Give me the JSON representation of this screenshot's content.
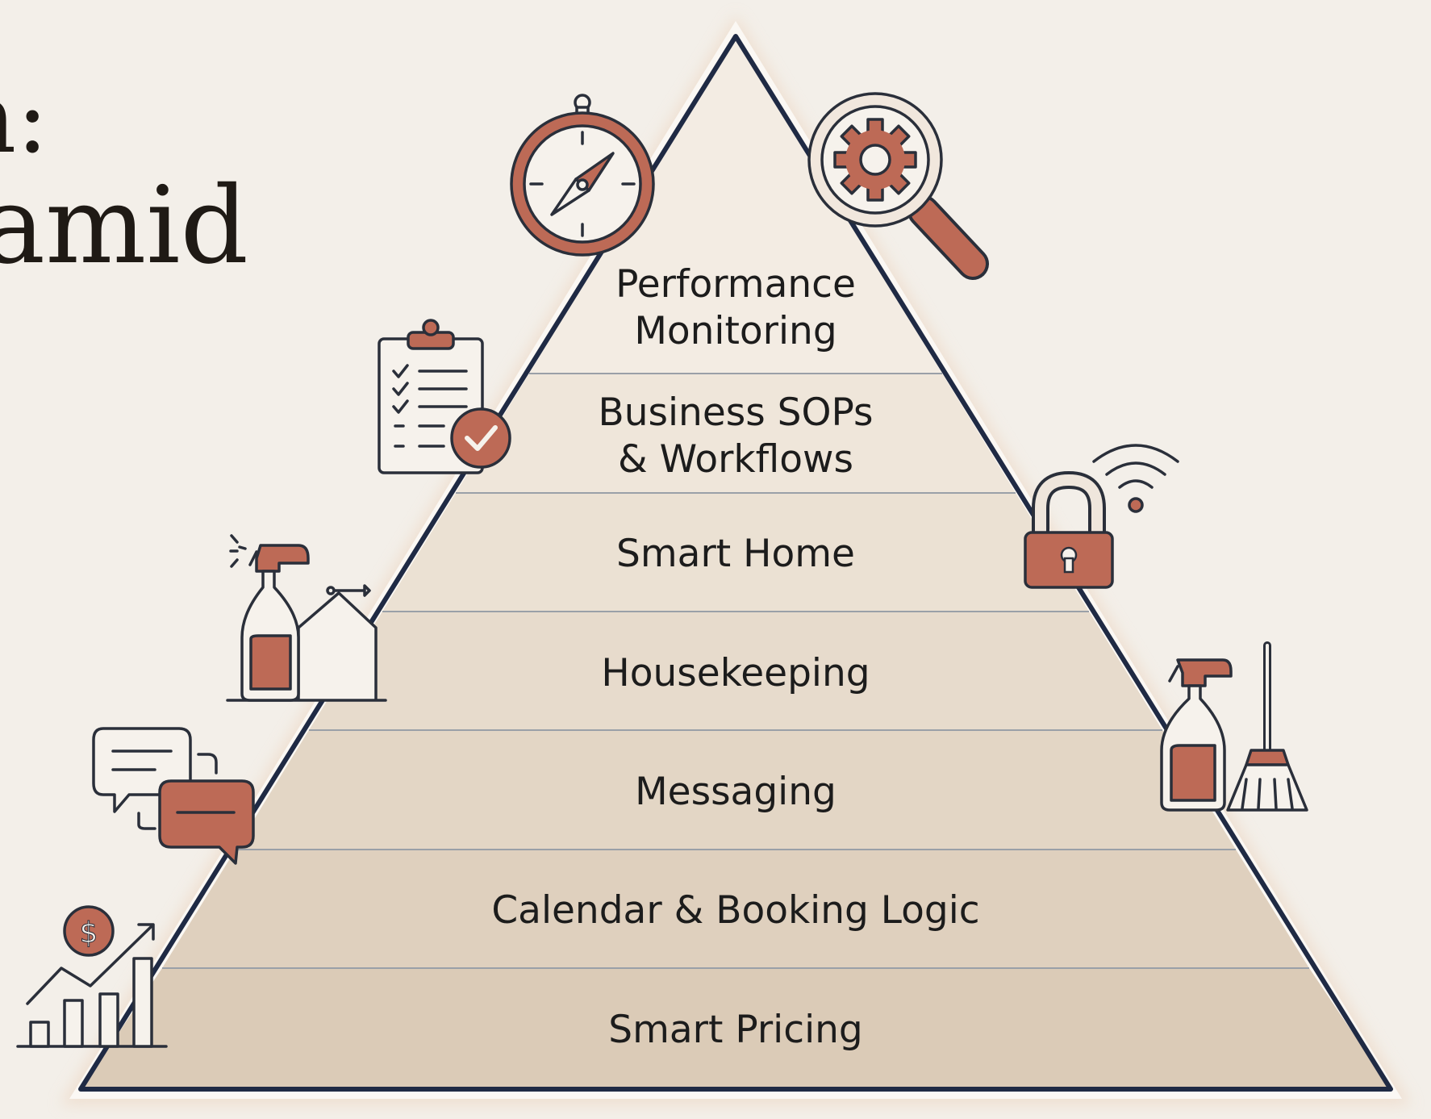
{
  "title": {
    "line1": "n:",
    "line2": "ramid"
  },
  "pyramid": {
    "layers": [
      {
        "line1": "Performance",
        "line2": "Monitoring"
      },
      {
        "line1": "Business SOPs",
        "line2": "& Workflows"
      },
      {
        "line1": "Smart Home"
      },
      {
        "line1": "Housekeeping"
      },
      {
        "line1": "Messaging"
      },
      {
        "line1": "Calendar & Booking Logic"
      },
      {
        "line1": "Smart Pricing"
      }
    ]
  },
  "icons": {
    "compass": "compass-icon",
    "gear_search": "magnifier-gear-icon",
    "clipboard": "clipboard-checklist-icon",
    "smart_lock": "smart-lock-wifi-icon",
    "spray_house": "spray-bottle-house-icon",
    "cleaning": "cleaning-supplies-icon",
    "chat": "chat-bubbles-icon",
    "pricing": "pricing-growth-icon",
    "dollar_symbol": "$"
  },
  "colors": {
    "background": "#f3efe9",
    "pyramid_outline": "#1f2a44",
    "accent": "#bd6a56",
    "label_text": "#1c1c1c"
  }
}
